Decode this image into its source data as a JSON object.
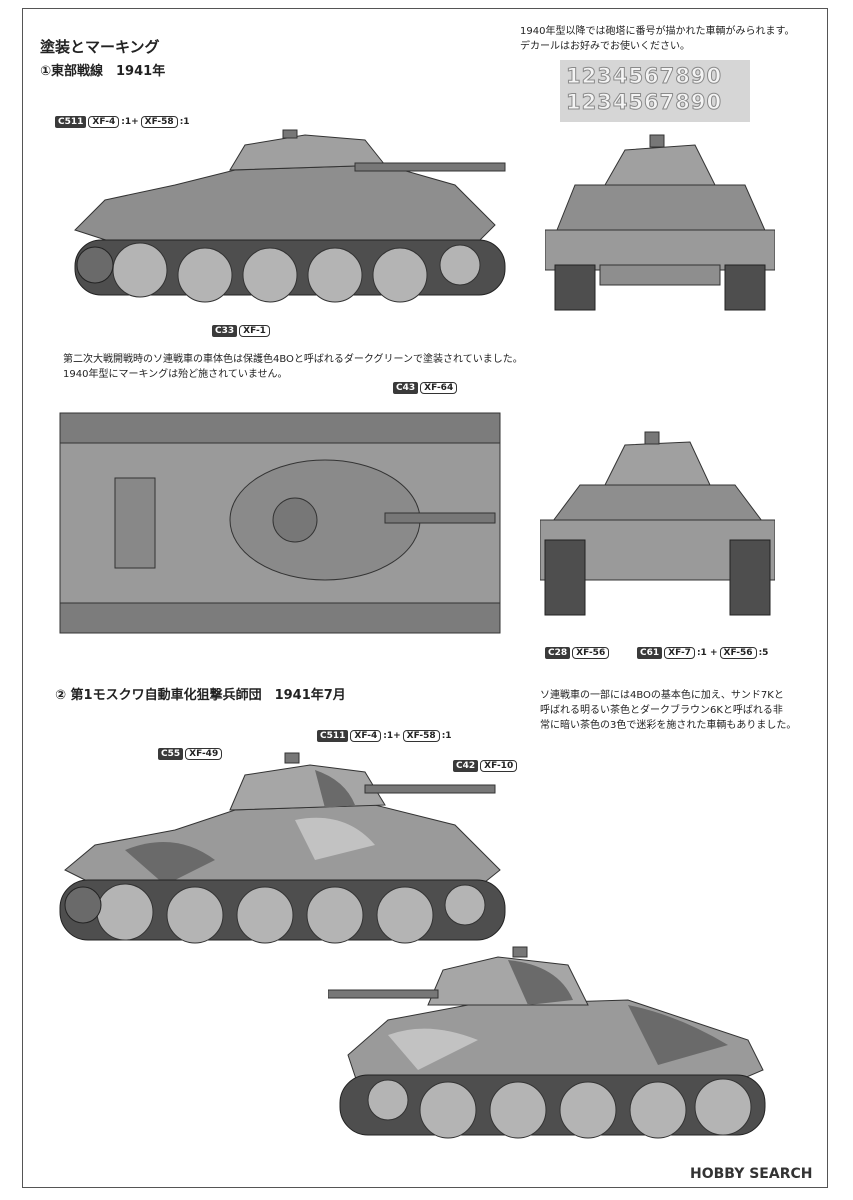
{
  "page": {
    "title": "塗装とマーキング",
    "scheme1_title": "①東部戦線　1941年",
    "scheme2_title": "②  第1モスクワ自動車化狙撃兵師団　1941年7月",
    "note_top_right": [
      "1940年型以降では砲塔に番号が描かれた車輌がみられます。",
      "デカールはお好みでお使いください。"
    ],
    "note_scheme1": [
      "第二次大戦開戦時のソ連戦車の車体色は保護色4BOと呼ばれるダークグリーンで塗装されていました。",
      "1940年型にマーキングは殆ど施されていません。"
    ],
    "note_scheme2": [
      "ソ連戦車の一部には4BOの基本色に加え、サンド7Kと",
      "呼ばれる明るい茶色とダークブラウン6Kと呼ばれる非",
      "常に暗い茶色の3色で迷彩を施された車輌もありました。"
    ],
    "decal_numbers": [
      "1234567890",
      "1234567890"
    ],
    "watermark": "HOBBY SEARCH"
  },
  "callouts": {
    "c511_top": {
      "code": "C511",
      "p1": "XF-4",
      "r1": ":1+",
      "p2": "XF-58",
      "r2": ":1"
    },
    "c33": {
      "code": "C33",
      "p1": "XF-1"
    },
    "c43": {
      "code": "C43",
      "p1": "XF-64"
    },
    "c28": {
      "code": "C28",
      "p1": "XF-56"
    },
    "c61": {
      "code": "C61",
      "p1": "XF-7",
      "r1": ":1 +",
      "p2": "XF-56",
      "r2": ":5"
    },
    "c55": {
      "code": "C55",
      "p1": "XF-49"
    },
    "c511_bottom": {
      "code": "C511",
      "p1": "XF-4",
      "r1": ":1+",
      "p2": "XF-58",
      "r2": ":1"
    },
    "c42": {
      "code": "C42",
      "p1": "XF-10"
    }
  },
  "colors": {
    "tank_base": "#8e8e8e",
    "tank_light": "#b4b4b4",
    "tank_dark": "#5c5c5c",
    "camo_light": "#c2c2c2",
    "camo_dark": "#6a6a6a"
  }
}
